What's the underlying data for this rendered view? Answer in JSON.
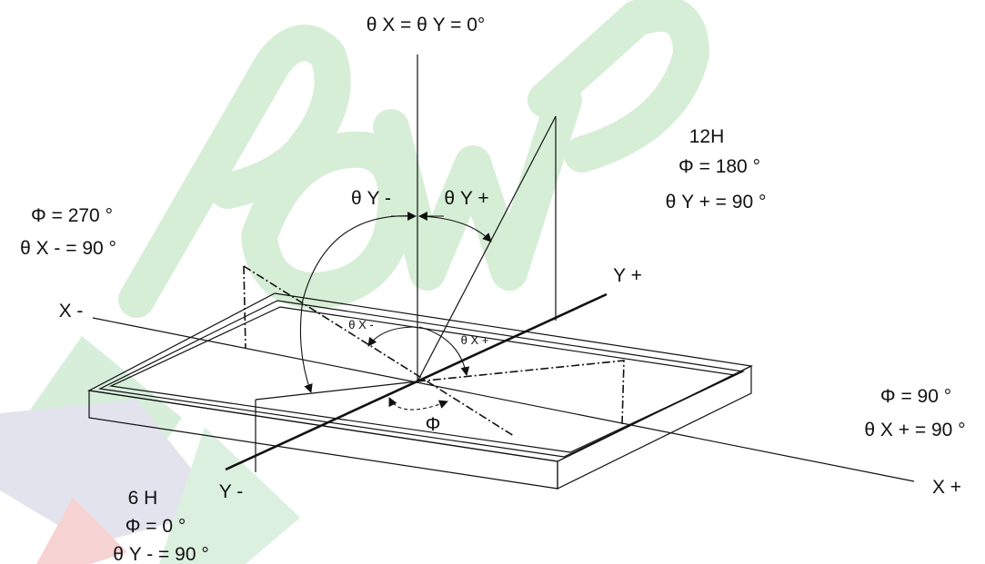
{
  "labels": {
    "top": "θ X = θ Y = 0°",
    "h12": "12H",
    "phi180": "Φ = 180 °",
    "thyp90": "θ Y + = 90 °",
    "phi270": "Φ = 270 °",
    "thxm90": "θ X - = 90 °",
    "thym": "θ Y -",
    "thyp": "θ Y +",
    "yplus": "Y +",
    "xminus": "X -",
    "thxm_small": "θ X -",
    "thxp_small": "θ X +",
    "phi": "Φ",
    "phi90": "Φ = 90 °",
    "thxp90": "θ X + = 90 °",
    "xplus": "X +",
    "h6": "6 H",
    "yminus": "Y -",
    "phi0": "Φ = 0 °",
    "thym90": "θ Y - = 90 °"
  },
  "colors": {
    "watermark_green": "#d8efd8",
    "watermark_lavender": "#e2e2ee",
    "watermark_pink": "#f7d3d3",
    "line": "#111111"
  }
}
